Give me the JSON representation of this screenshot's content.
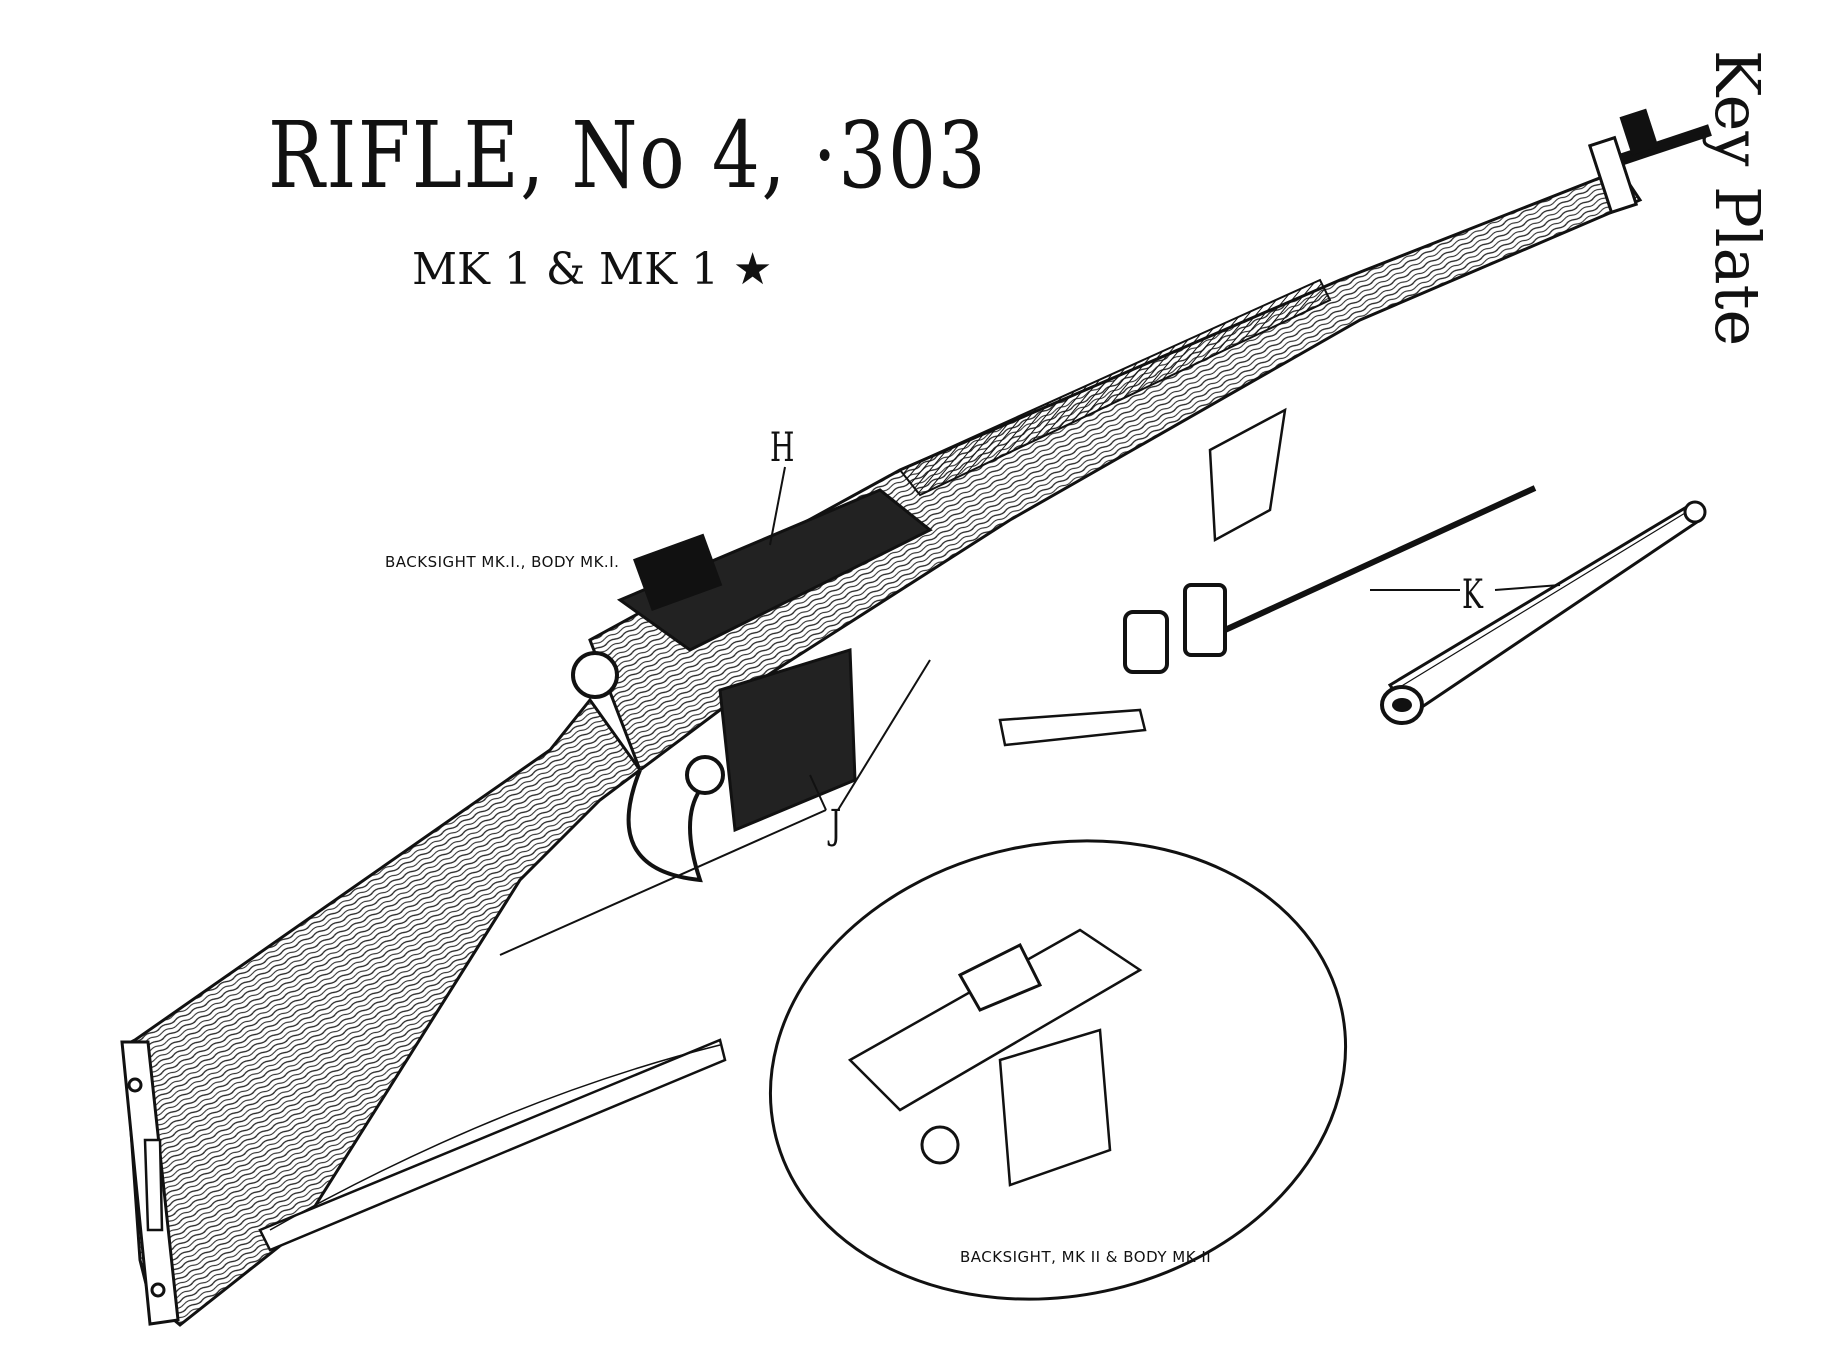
{
  "plate": {
    "title": "RIFLE, No 4, ·303",
    "subtitle": "MK 1 & MK 1 ★",
    "side_label": "Key Plate"
  },
  "callouts": {
    "h": "H",
    "j": "J",
    "k": "K"
  },
  "captions": {
    "backsight_mk1": "BACKSIGHT MK.I., BODY MK.I.",
    "backsight_mk2": "BACKSIGHT, MK II & BODY MK II"
  },
  "colors": {
    "ink": "#111111",
    "paper": "#ffffff"
  }
}
